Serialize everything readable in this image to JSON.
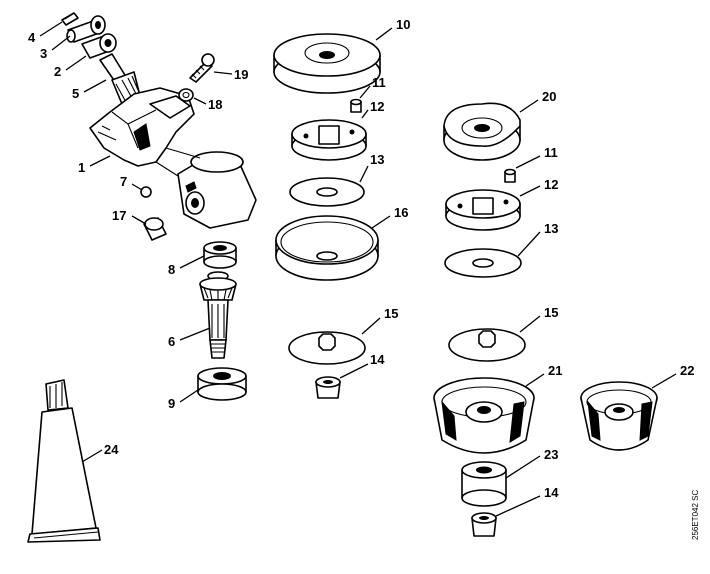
{
  "diagram": {
    "drawing_code": "256ET042 SC",
    "callouts": {
      "c1": "1",
      "c2": "2",
      "c3": "3",
      "c4": "4",
      "c5": "5",
      "c6": "6",
      "c7": "7",
      "c8": "8",
      "c9": "9",
      "c10": "10",
      "c11a": "11",
      "c11b": "11",
      "c12a": "12",
      "c12b": "12",
      "c13a": "13",
      "c13b": "13",
      "c14a": "14",
      "c14b": "14",
      "c15a": "15",
      "c15b": "15",
      "c16": "16",
      "c17": "17",
      "c18": "18",
      "c19": "19",
      "c20": "20",
      "c21": "21",
      "c22": "22",
      "c23": "23",
      "c24": "24"
    }
  }
}
